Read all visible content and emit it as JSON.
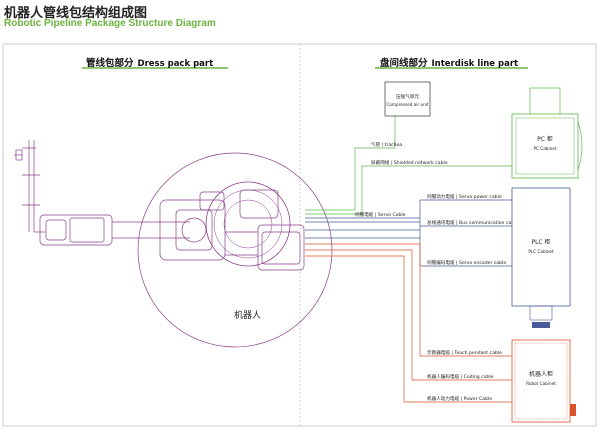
{
  "title": {
    "cn": "机器人管线包结构组成图",
    "en": "Robotic Pipeline Package Structure Diagram"
  },
  "sections": {
    "dress_pack": {
      "cn": "管线包部分",
      "en": "Dress pack part"
    },
    "interdisk": {
      "cn": "盘间线部分",
      "en": "Interdisk line part"
    }
  },
  "robot_label": "机器人",
  "cabinets": {
    "compressed_air": {
      "cn": "压缩气单元",
      "en": "Compressed air unit"
    },
    "pc": {
      "cn": "PC 柜",
      "en": "PC Cabinet"
    },
    "plc": {
      "cn": "PLC 柜",
      "en": "PLC Cabinet"
    },
    "robot": {
      "cn": "机器人柜",
      "en": "Robot Cabinet"
    }
  },
  "cables": {
    "trachea": "气管 | trachea",
    "shielded_network": "屏蔽网线 | Shielded network cable",
    "servo_cable": "伺服电缆 | Servo Cable",
    "servo_power": "伺服动力电缆 | Servo power cable",
    "bus_comm": "总线通讯电缆 | Bus communication cable",
    "servo_encoder": "伺服编码电缆 | Servo encoder cable",
    "teach_pendant": "示教器电缆 | Teach pendant cable",
    "coding": "机器人编码电缆 | Coding cable",
    "power": "机器人动力电缆 | Power Cable"
  },
  "colors": {
    "accent_green": "#6cb33f",
    "robot_purple": "#8a3f8a",
    "cabinet_blue": "#4a5a9a",
    "robot_cabinet_orange": "#d9542a",
    "pc_green": "#5bb84a"
  }
}
